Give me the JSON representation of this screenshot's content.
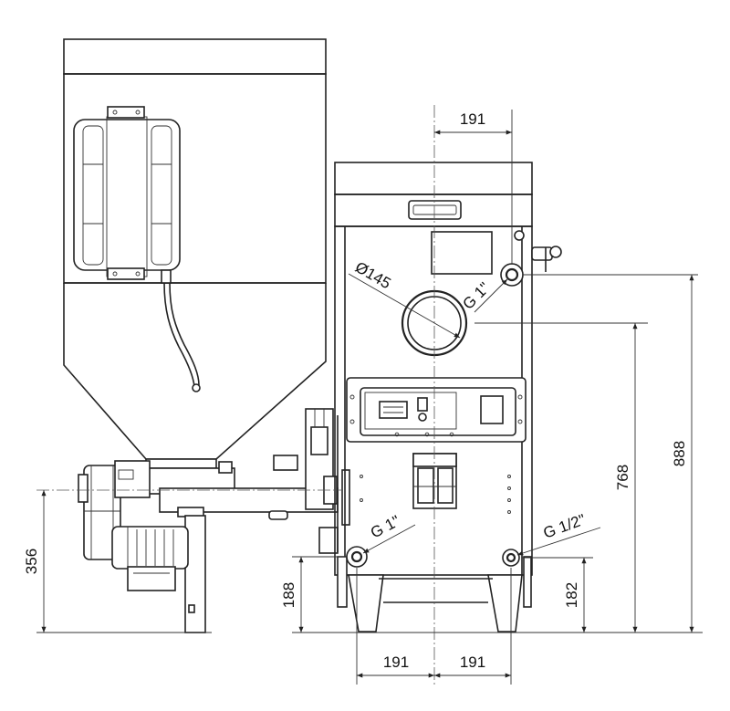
{
  "diagram": {
    "dimensions": {
      "top_width": "191",
      "bottom_left_width": "191",
      "bottom_right_width": "191",
      "burner_axis_height": "356",
      "left_outlet_height": "188",
      "right_outlet_height": "182",
      "flue_height": "768",
      "top_outlet_height": "888"
    },
    "labels": {
      "flue_diameter": "Ø145",
      "top_connection": "G 1\"",
      "bottom_left_connection": "G 1\"",
      "bottom_right_connection": "G 1/2\""
    }
  }
}
